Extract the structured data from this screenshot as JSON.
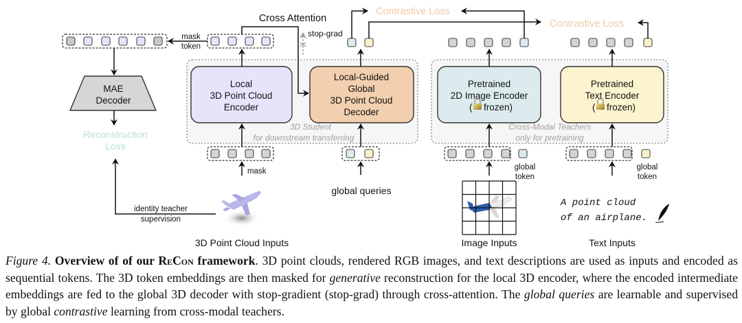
{
  "diagram": {
    "labels": {
      "cross_attention": "Cross Attention",
      "stop_grad": "stop-grad",
      "contrastive_loss_1": "Contrastive Loss",
      "contrastive_loss_2": "Contrastive Loss",
      "mask_token_1": "mask",
      "mask_token_2": "token",
      "mae_decoder_1": "MAE",
      "mae_decoder_2": "Decoder",
      "reconstruction_loss_1": "Reconstruction",
      "reconstruction_loss_2": "Loss",
      "identity_teacher_1": "identity teacher",
      "identity_teacher_2": "supervision",
      "mask": "mask",
      "global_queries": "global queries",
      "global_token_1": "global",
      "global_token_2": "token",
      "global_token_3": "global",
      "global_token_4": "token",
      "student_group_1": "3D Student",
      "student_group_2": "for downstream transferring",
      "teacher_group_1": "Cross-Modal Teachers",
      "teacher_group_2": "only for pretraining",
      "text_input_1": "A point cloud",
      "text_input_2": "of an airplane.",
      "input_3d": "3D Point Cloud Inputs",
      "input_image": "Image Inputs",
      "input_text": "Text Inputs"
    },
    "blocks": {
      "local_encoder": [
        "Local",
        "3D Point Cloud",
        "Encoder"
      ],
      "global_decoder": [
        "Local-Guided",
        "Global",
        "3D Point Cloud",
        "Decoder"
      ],
      "image_encoder": [
        "Pretrained",
        "2D Image Encoder",
        "frozen)"
      ],
      "text_encoder": [
        "Pretrained",
        "Text Encoder",
        "frozen)"
      ]
    },
    "colors": {
      "local_encoder": "#e6e4fb",
      "global_decoder": "#f2cfae",
      "image_encoder": "#dcecee",
      "text_encoder": "#fcf3cf",
      "token_gray": "#d4d4d4",
      "token_purple": "#e6e4fb",
      "token_blue": "#dcecee",
      "token_yellow": "#fbf2cc",
      "contrastive_loss": "#f2c9a6",
      "reconstruction_loss": "#b9e0d4",
      "group_text": "#a0a0a0"
    }
  },
  "caption": {
    "figure_label": "Figure 4.",
    "title_pre": "Overview of of our ",
    "title_name": "ReCon",
    "title_post": " framework",
    "s1": ". 3D point clouds, rendered RGB images, and text descriptions are used as inputs and encoded as sequential tokens. The 3D token embeddings are then masked for ",
    "em1": "generative",
    "s2": " reconstruction for the local 3D encoder, where the encoded intermediate embeddings are fed to the global 3D decoder with stop-gradient (stop-grad) through cross-attention. The ",
    "em2": "global queries",
    "s3": " are learnable and supervised by global ",
    "em3": "contrastive",
    "s4": " learning from cross-modal teachers."
  }
}
